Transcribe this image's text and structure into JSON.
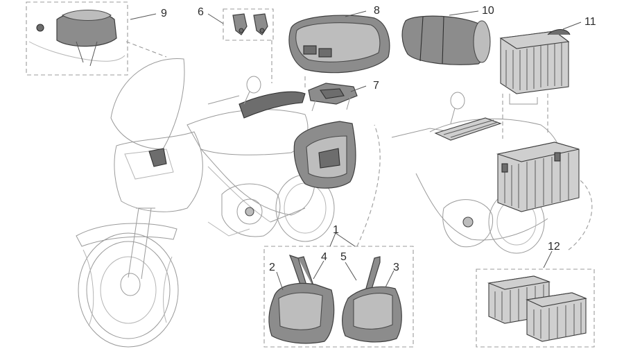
{
  "callouts": [
    {
      "id": "c1",
      "label": "1"
    },
    {
      "id": "c2",
      "label": "2"
    },
    {
      "id": "c3",
      "label": "3"
    },
    {
      "id": "c4",
      "label": "4"
    },
    {
      "id": "c5",
      "label": "5"
    },
    {
      "id": "c6",
      "label": "6"
    },
    {
      "id": "c7",
      "label": "7"
    },
    {
      "id": "c8",
      "label": "8"
    },
    {
      "id": "c9",
      "label": "9"
    },
    {
      "id": "c10",
      "label": "10"
    },
    {
      "id": "c11",
      "label": "11"
    },
    {
      "id": "c12",
      "label": "12"
    }
  ],
  "colors": {
    "line": "#9a9a9a",
    "part_fill": "#8c8c8c",
    "aluminium": "#cfcfcf",
    "dashed_frame": "#9b9b9b",
    "text": "#2a2a2a"
  }
}
